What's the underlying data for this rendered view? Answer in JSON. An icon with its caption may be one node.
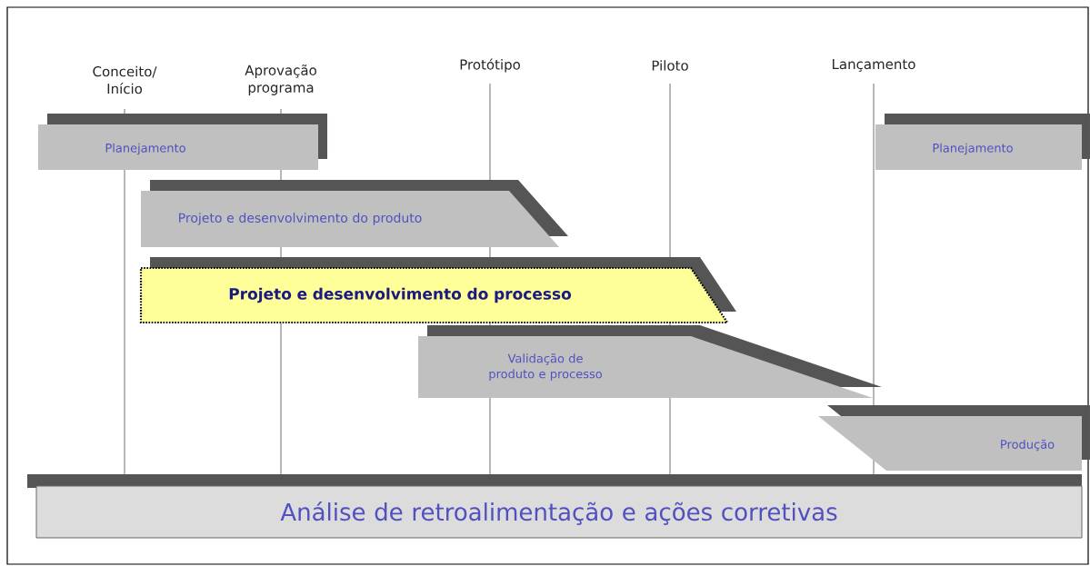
{
  "diagram": {
    "nodes": [
      {
        "text": [
          "Planejamento"
        ]
      },
      {
        "text": [
          "Planejamento"
        ]
      },
      {
        "text": [
          "Projeto e desenvolvimento do produto"
        ]
      },
      {
        "text": [
          "Projeto e desenvolvimento do processo"
        ]
      },
      {
        "text": [
          "Validação de produto e processo"
        ]
      },
      {
        "text": [
          "Produção"
        ]
      },
      {
        "text": [
          "Análise de retroalimentação e ações corretivas"
        ]
      }
    ],
    "labels": [
      "Conceito/ Início",
      "Aprovação programa",
      "Protótipo",
      "Piloto",
      "Lançamento"
    ]
  }
}
